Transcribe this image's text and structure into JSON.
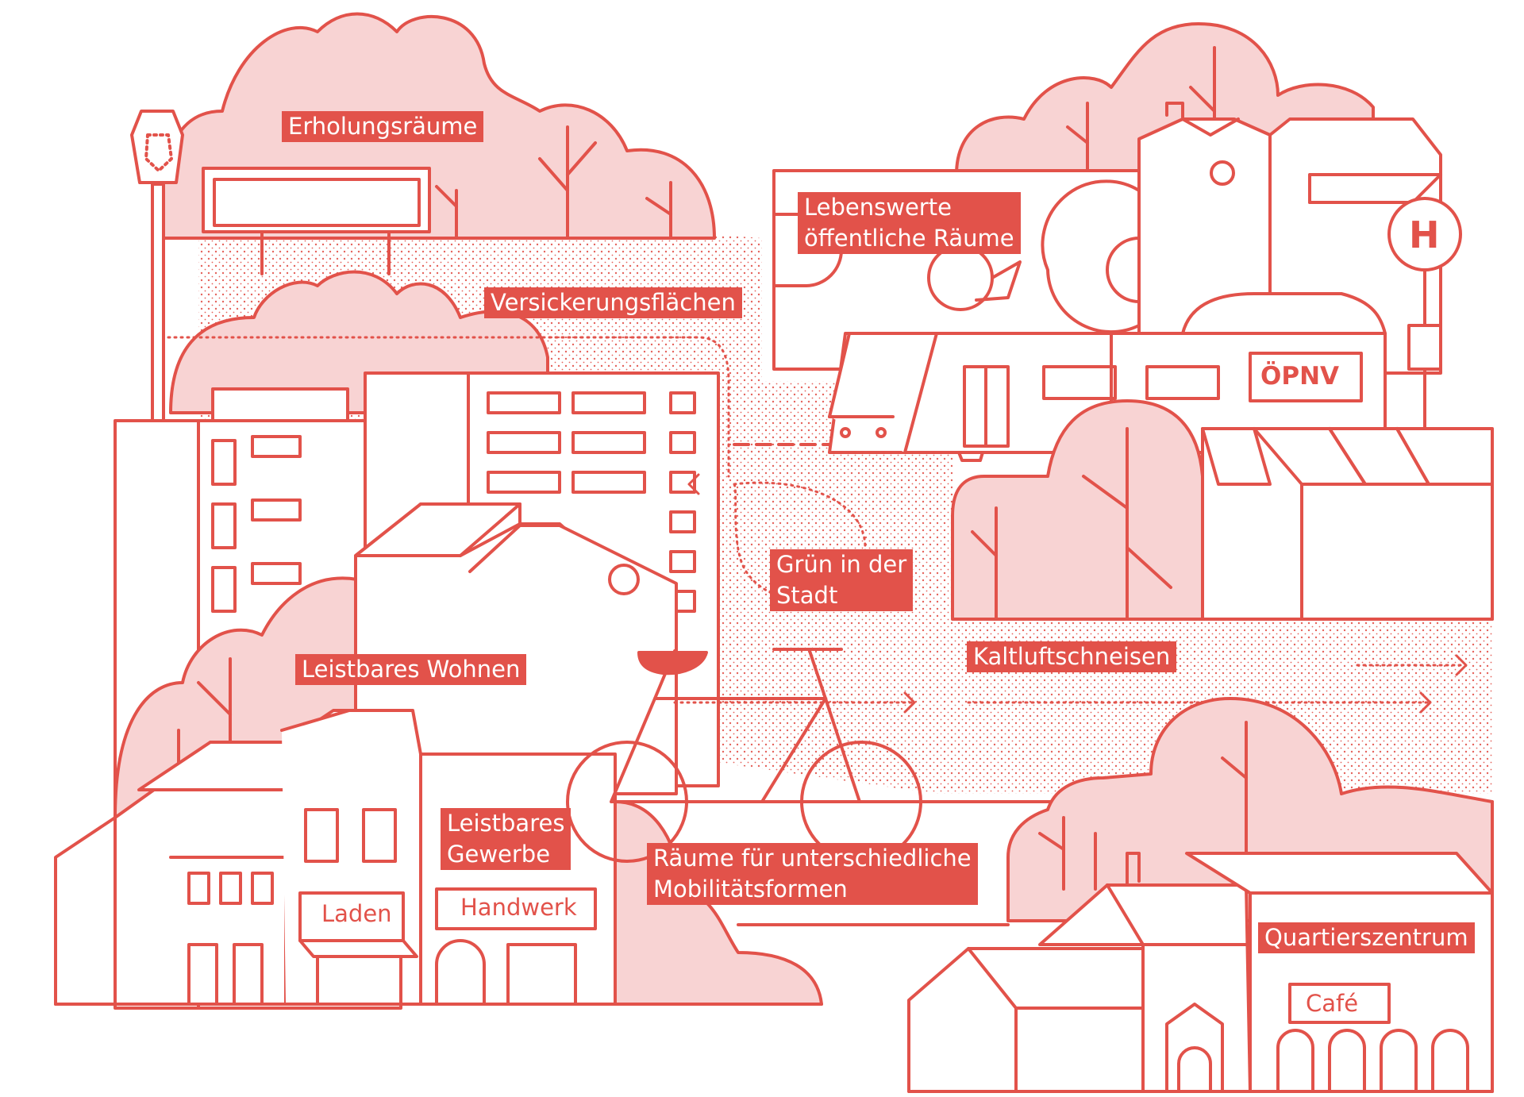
{
  "colors": {
    "stroke": "#e2524a",
    "fill": "#f8d3d3",
    "label_bg": "#e2524a",
    "label_text": "#ffffff",
    "background": "#ffffff"
  },
  "labels": {
    "erholung": "Erholungsräume",
    "versickerung": "Versickerungsflächen",
    "lebenswert_1": "Lebenswerte",
    "lebenswert_2": "öffentliche Räume",
    "gruen_1": "Grün in der",
    "gruen_2": "Stadt",
    "kaltluft": "Kaltluftschneisen",
    "wohnen": "Leistbares Wohnen",
    "gewerbe_1": "Leistbares",
    "gewerbe_2": "Gewerbe",
    "mobil_1": "Räume für unterschiedliche",
    "mobil_2": "Mobilitätsformen",
    "quartier": "Quartierszentrum"
  },
  "signs": {
    "laden": "Laden",
    "handwerk": "Handwerk",
    "cafe": "Café",
    "oepnv": "ÖPNV",
    "stop": "H"
  },
  "icons": [
    "street-lamp-icon",
    "bicycle-icon",
    "tram-icon",
    "bus-stop-icon",
    "tree-icon",
    "airflow-arrow-icon"
  ]
}
